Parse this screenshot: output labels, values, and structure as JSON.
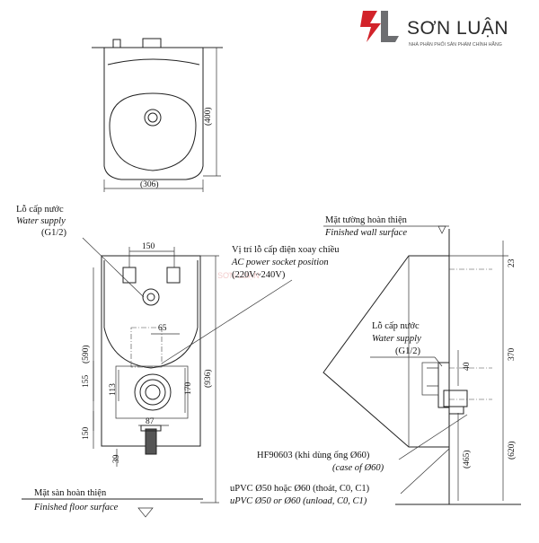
{
  "brand": {
    "name": "SƠN LUẬN",
    "tagline": "NHÀ PHÂN PHỐI SẢN PHẨM CHÍNH HÃNG",
    "watermark_name": "SƠN LUẬN",
    "colors": {
      "logo_red": "#d2232a",
      "logo_gray": "#6d6e71"
    }
  },
  "top_view": {
    "dim_width": "(306)",
    "dim_depth": "(400)"
  },
  "front_view": {
    "water_supply_vi": "Lỗ cấp nước",
    "water_supply_en": "Water supply",
    "water_supply_size": "(G1/2)",
    "power_vi": "Vị trí lỗ cấp điện xoay chiều",
    "power_en": "AC power socket position",
    "power_volt": "(220V~240V)",
    "dim_150_top": "150",
    "dim_65": "65",
    "dim_590": "(590)",
    "dim_155": "155",
    "dim_113": "113",
    "dim_170": "170",
    "dim_936": "(936)",
    "dim_150_bottom": "150",
    "dim_87": "87",
    "dim_39": "39",
    "floor_vi": "Mặt sàn hoàn thiện",
    "floor_en": "Finished floor surface"
  },
  "side_view": {
    "wall_vi": "Mặt tường hoàn thiện",
    "wall_en": "Finished wall surface",
    "dim_23": "23",
    "water_supply_vi": "Lỗ cấp nước",
    "water_supply_en": "Water supply",
    "water_supply_size": "(G1/2)",
    "dim_40": "40",
    "dim_370": "370",
    "dim_620": "(620)",
    "dim_465": "(465)",
    "trap_vi": "HF90603 (khi dùng ống Ø60)",
    "trap_en": "(case of Ø60)",
    "pipe_vi": "uPVC Ø50 hoặc Ø60 (thoát, C0, C1)",
    "pipe_en": "uPVC Ø50 or Ø60 (unload, C0, C1)"
  }
}
